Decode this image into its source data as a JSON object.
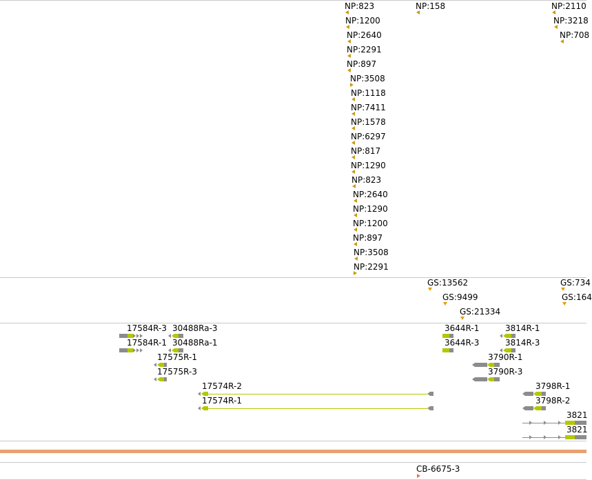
{
  "colors": {
    "np": "#c89a10",
    "gs": "#e0a000",
    "gene_gray": "#8c8c8c",
    "gene_yellow": "#b4c800",
    "separator": "#c8c8c8",
    "cb": "#f07050",
    "highlight_band": "#e8a070"
  },
  "icons": {
    "np": "triangle-marker-icon",
    "gs": "triangle-down-icon",
    "cb": "triangle-right-icon",
    "gene": "arrow-chevrons-icon"
  },
  "tracks": {
    "np_labels": [
      "NP:823",
      "NP:1200",
      "NP:2640",
      "NP:2291",
      "NP:897",
      "NP:3508",
      "NP:1118",
      "NP:7411",
      "NP:1578",
      "NP:6297",
      "NP:817",
      "NP:1290",
      "NP:823",
      "NP:2640",
      "NP:1290",
      "NP:1200",
      "NP:897",
      "NP:3508",
      "NP:2291",
      "NP:158",
      "NP:2110",
      "NP:3218",
      "NP:708"
    ],
    "gs_labels": [
      "GS:13562",
      "GS:9499",
      "GS:21334",
      "GS:734",
      "GS:164"
    ],
    "gene_labels": [
      "17584R-3",
      "30488Ra-3",
      "17584R-1",
      "30488Ra-1",
      "17575R-1",
      "17575R-3",
      "17574R-2",
      "17574R-1",
      "3644R-1",
      "3814R-1",
      "3644R-3",
      "3814R-3",
      "3790R-1",
      "3790R-3",
      "3798R-1",
      "3798R-2",
      "3821",
      "3821"
    ],
    "cb_labels": [
      "CB-6675-3"
    ]
  }
}
